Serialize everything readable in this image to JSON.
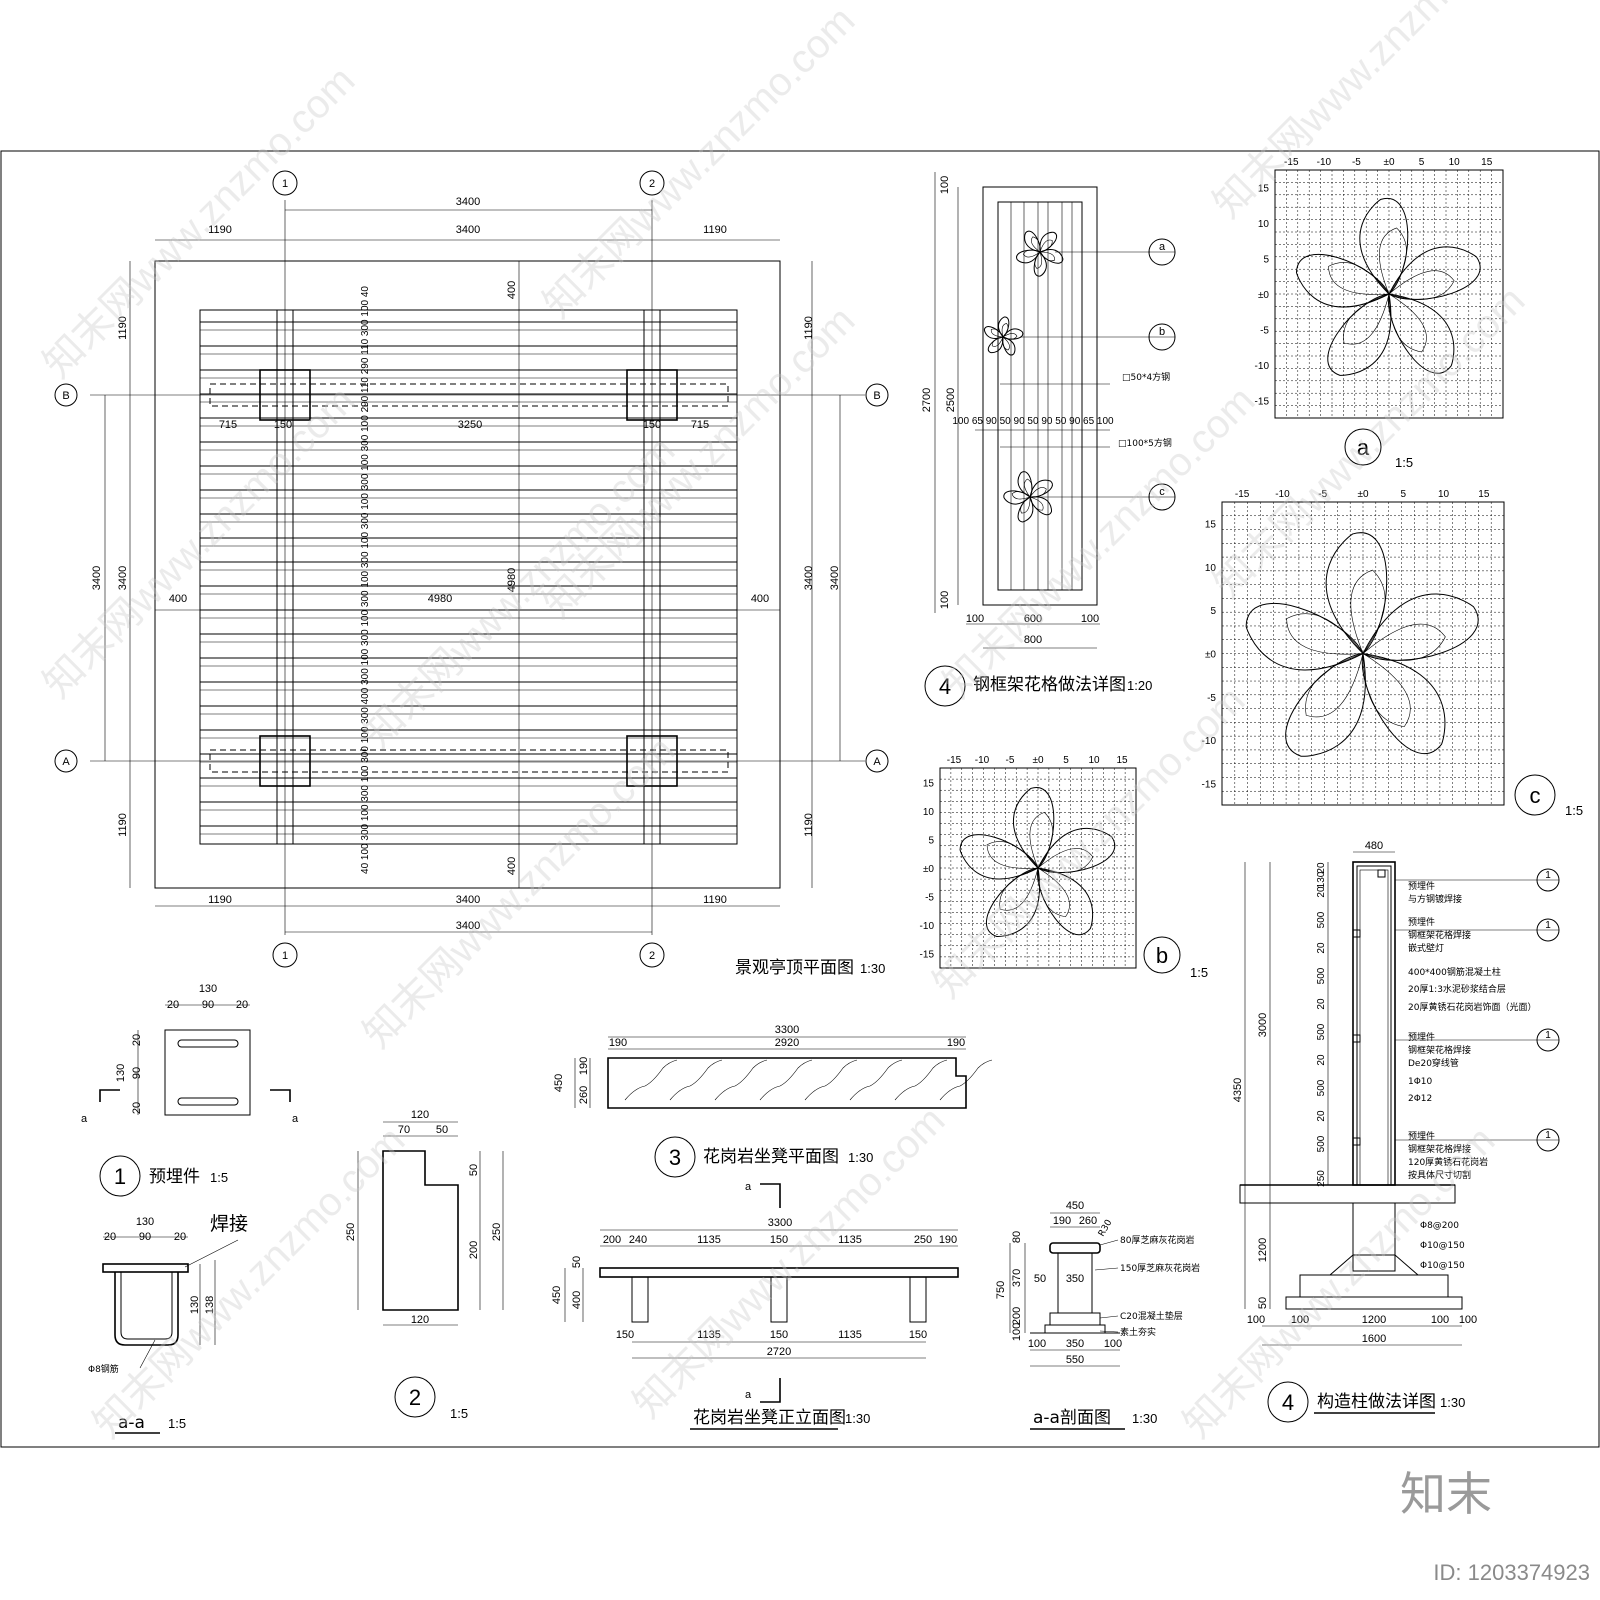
{
  "plan": {
    "title": "景观亭顶平面图",
    "scale": "1:30",
    "grid_top_1": "1",
    "grid_top_2": "2",
    "grid_left_b": "B",
    "grid_left_a": "A",
    "top_dims": [
      "3400",
      "1190",
      "3400",
      "1190"
    ],
    "bottom_dims": [
      "1190",
      "3400",
      "1190",
      "3400"
    ],
    "left_dims": [
      "1190",
      "3400",
      "3400",
      "1190"
    ],
    "right_dims": [
      "1190",
      "3400",
      "3400",
      "1190"
    ],
    "mid_dims": [
      "400",
      "4980",
      "400",
      "4980",
      "400",
      "400"
    ],
    "beam_dims": [
      "715",
      "150",
      "3250",
      "150",
      "715"
    ],
    "slat_dims": "40 100 300 100 300 100 300 100 300 400 300 100 300 100 300 100 300 100 300 100 300 100 300 100 290 110 290 110 300 100 40"
  },
  "steel": {
    "title": "钢框架花格做法详图",
    "num": "4",
    "scale": "1:20",
    "left_dims": [
      "100",
      "2700",
      "2500",
      "100"
    ],
    "spacing": "100 65 90 50 90 50 90 50 90 65 100",
    "bottom_dims": [
      "100",
      "600",
      "100",
      "800"
    ],
    "note1": "□50*4方钢",
    "note2": "□100*5方钢",
    "tag_a": "a",
    "tag_b": "b",
    "tag_c": "c"
  },
  "flower_a": {
    "label": "a",
    "scale": "1:5",
    "ticks": [
      "-15",
      "-10",
      "-5",
      "±0",
      "5",
      "10",
      "15"
    ],
    "vticks": [
      "15",
      "10",
      "5",
      "±0",
      "-5",
      "-10",
      "-15"
    ]
  },
  "flower_b": {
    "label": "b",
    "scale": "1:5"
  },
  "flower_c": {
    "label": "c",
    "scale": "1:5"
  },
  "embed": {
    "num": "1",
    "title": "预埋件",
    "scale": "1:5",
    "dims": [
      "130",
      "20",
      "90",
      "20",
      "130",
      "20",
      "90",
      "20"
    ],
    "cut_a": "a"
  },
  "section_aa_small": {
    "title": "a-a",
    "scale": "1:5",
    "weld": "焊接",
    "dims": [
      "130",
      "20",
      "90",
      "20",
      "130",
      "138"
    ],
    "rebar": "Φ8钢筋"
  },
  "detail2": {
    "num": "2",
    "scale": "1:5",
    "dims": [
      "120",
      "70",
      "50",
      "250",
      "50",
      "200",
      "250",
      "120"
    ]
  },
  "bench_plan": {
    "num": "3",
    "title": "花岗岩坐凳平面图",
    "scale": "1:30",
    "dims": [
      "3300",
      "190",
      "2920",
      "190",
      "450",
      "260",
      "190"
    ]
  },
  "bench_elev": {
    "title": "花岗岩坐凳正立面图",
    "scale": "1:30",
    "cut": "a",
    "top_dims": [
      "3300",
      "200",
      "240",
      "1135",
      "150",
      "1135",
      "250",
      "190"
    ],
    "bot_dims": [
      "150",
      "1135",
      "150",
      "1135",
      "150",
      "2720"
    ],
    "side_dims": [
      "450",
      "50",
      "400"
    ]
  },
  "bench_section": {
    "title": "a-a剖面图",
    "scale": "1:30",
    "top_dims": [
      "450",
      "190",
      "260"
    ],
    "r": "R30",
    "notes": [
      "80厚芝麻灰花岗岩",
      "150厚芝麻灰花岗岩",
      "C20混凝土垫层",
      "素土夯实"
    ],
    "side_dims": [
      "80",
      "370",
      "750",
      "200",
      "100",
      "50",
      "350"
    ],
    "bot_dims": [
      "100",
      "350",
      "100",
      "550"
    ]
  },
  "column": {
    "num": "4",
    "title": "构造柱做法详图",
    "scale": "1:30",
    "top": "480",
    "left_dims": [
      "4350",
      "3000",
      "1200",
      "50"
    ],
    "seg_dims": [
      "20",
      "130",
      "20",
      "500",
      "20",
      "500",
      "20",
      "500",
      "20",
      "500",
      "20",
      "500",
      "250"
    ],
    "notes": [
      "预埋件",
      "与方钢镀焊接",
      "预埋件",
      "钢框架花格焊接",
      "嵌式壁灯",
      "400*400钢筋混凝土柱",
      "20厚1:3水泥砂浆结合层",
      "20厚黄锈石花岗岩饰面（光面）",
      "预埋件",
      "钢框架花格焊接",
      "De20穿线管",
      "1Φ10",
      "2Φ12",
      "预埋件",
      "钢框架花格焊接",
      "120厚黄锈石花岗岩",
      "按具体尺寸切割",
      "Φ8@200",
      "Φ10@150",
      "Φ10@150"
    ],
    "bot_dims": [
      "100",
      "100",
      "1200",
      "100",
      "100",
      "1600"
    ]
  },
  "brand": {
    "logo": "知末",
    "id": "ID: 1203374923",
    "watermark": "知末网www.znzmo.com"
  }
}
